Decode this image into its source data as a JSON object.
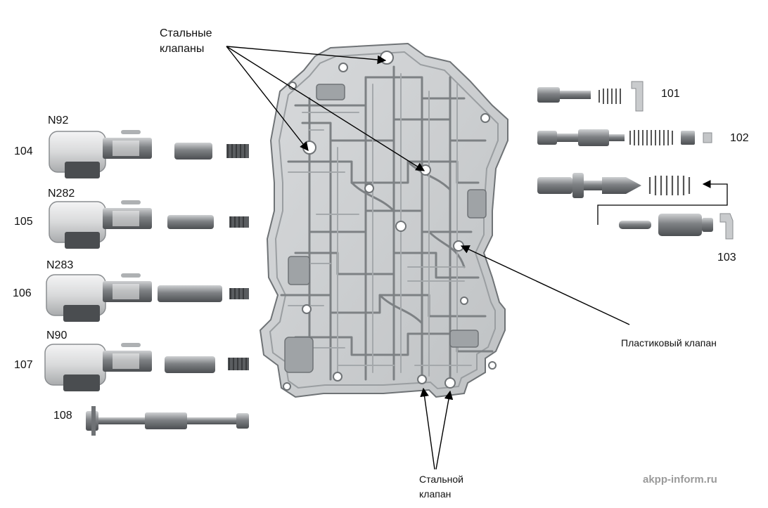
{
  "callouts": {
    "steel_valves_top_line1": "Стальные",
    "steel_valves_top_line2": "клапаны",
    "plastic_valve": "Пластиковый клапан",
    "steel_valve_bottom_line1": "Стальной",
    "steel_valve_bottom_line2": "клапан"
  },
  "solenoids": [
    {
      "name": "N92",
      "number": "104"
    },
    {
      "name": "N282",
      "number": "105"
    },
    {
      "name": "N283",
      "number": "106"
    },
    {
      "name": "N90",
      "number": "107"
    }
  ],
  "part_numbers": {
    "p101": "101",
    "p102": "102",
    "p103": "103",
    "p108": "108"
  },
  "watermark": "akpp-inform.ru",
  "colors": {
    "plate": "#cfd1d3",
    "plate_dark": "#8e9296",
    "metal": "#8a8d90",
    "solenoid_body": "#e2e3e4",
    "arrow": "#000000"
  }
}
